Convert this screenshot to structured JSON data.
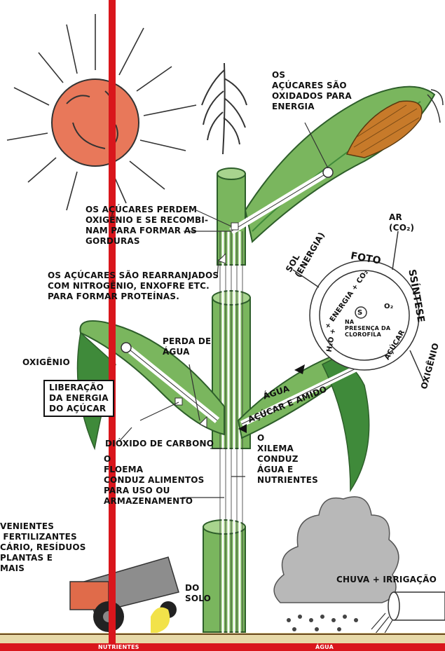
{
  "colors": {
    "sun": "#e8785a",
    "leaf": "#7ab65e",
    "leaf_dark": "#3f8a3a",
    "stem_line": "#ffffff",
    "frame_red": "#d9161c",
    "cob": "#c77a2a",
    "cloud": "#b8b8b8"
  },
  "labels": {
    "sugars_oxidized": "OS\nAÇÚCARES SÃO\nOXIDADOS PARA\nENERGIA",
    "sugars_lose_oxygen": "OS AÇÚCARES PERDEM\nOXIGÊNIO E SE RECOMBI-\nNAM PARA FORMAR AS\nGORDURAS",
    "sugars_rearranged": "OS AÇÚCARES SÃO REARRANJADOS\nCOM NITROGÊNIO, ENXOFRE ETC.\nPARA FORMAR PROTEÍNAS.",
    "water_loss": "PERDA DE\nÁGUA",
    "oxygen_left": "OXIGÊNIO",
    "energy_release": "LIBERAÇÃO\nDA ENERGIA\nDO AÇÚCAR",
    "carbon_dioxide": "DIÓXIDO DE CARBONO",
    "phloem": "O\nFLOEMA\nCONDUZ ALIMENTOS\nPARA USO OU\nARMAZENAMENTO",
    "xylem": "O\nXILEMA\nCONDUZ\nÁGUA E\nNUTRIENTES",
    "water": "ÁGUA",
    "sugar_starch": "AÇÚCAR E AMIDO",
    "sun_energy": "SOL\n(ENERGIA)",
    "air_co2": "AR\n(CO₂)",
    "photosynthesis_foto": "FOTO",
    "photosynthesis_rest": "SSÍNTESE",
    "cycle_energy_co2": "+ ENERGIA + CO₂",
    "cycle_o2": "O₂",
    "cycle_sugar": "AÇÚCAR",
    "cycle_h2o": "H₂O +",
    "chlorophyll": "NA\nPRESENÇA DA\nCLOROFILA",
    "oxygen_right": "OXIGÊNIO",
    "sugar_symbol": "S",
    "fertilizers": "VENIENTES\n FERTILIZANTES\nCÁRIO, RESÍDUOS\nPLANTAS E\nMAIS",
    "soil": "DO\nSOLO",
    "rain_irrigation": "CHUVA + IRRIGAÇÃO",
    "bottom_text": "NUTRIENTES",
    "bottom_water": "ÁGUA"
  }
}
